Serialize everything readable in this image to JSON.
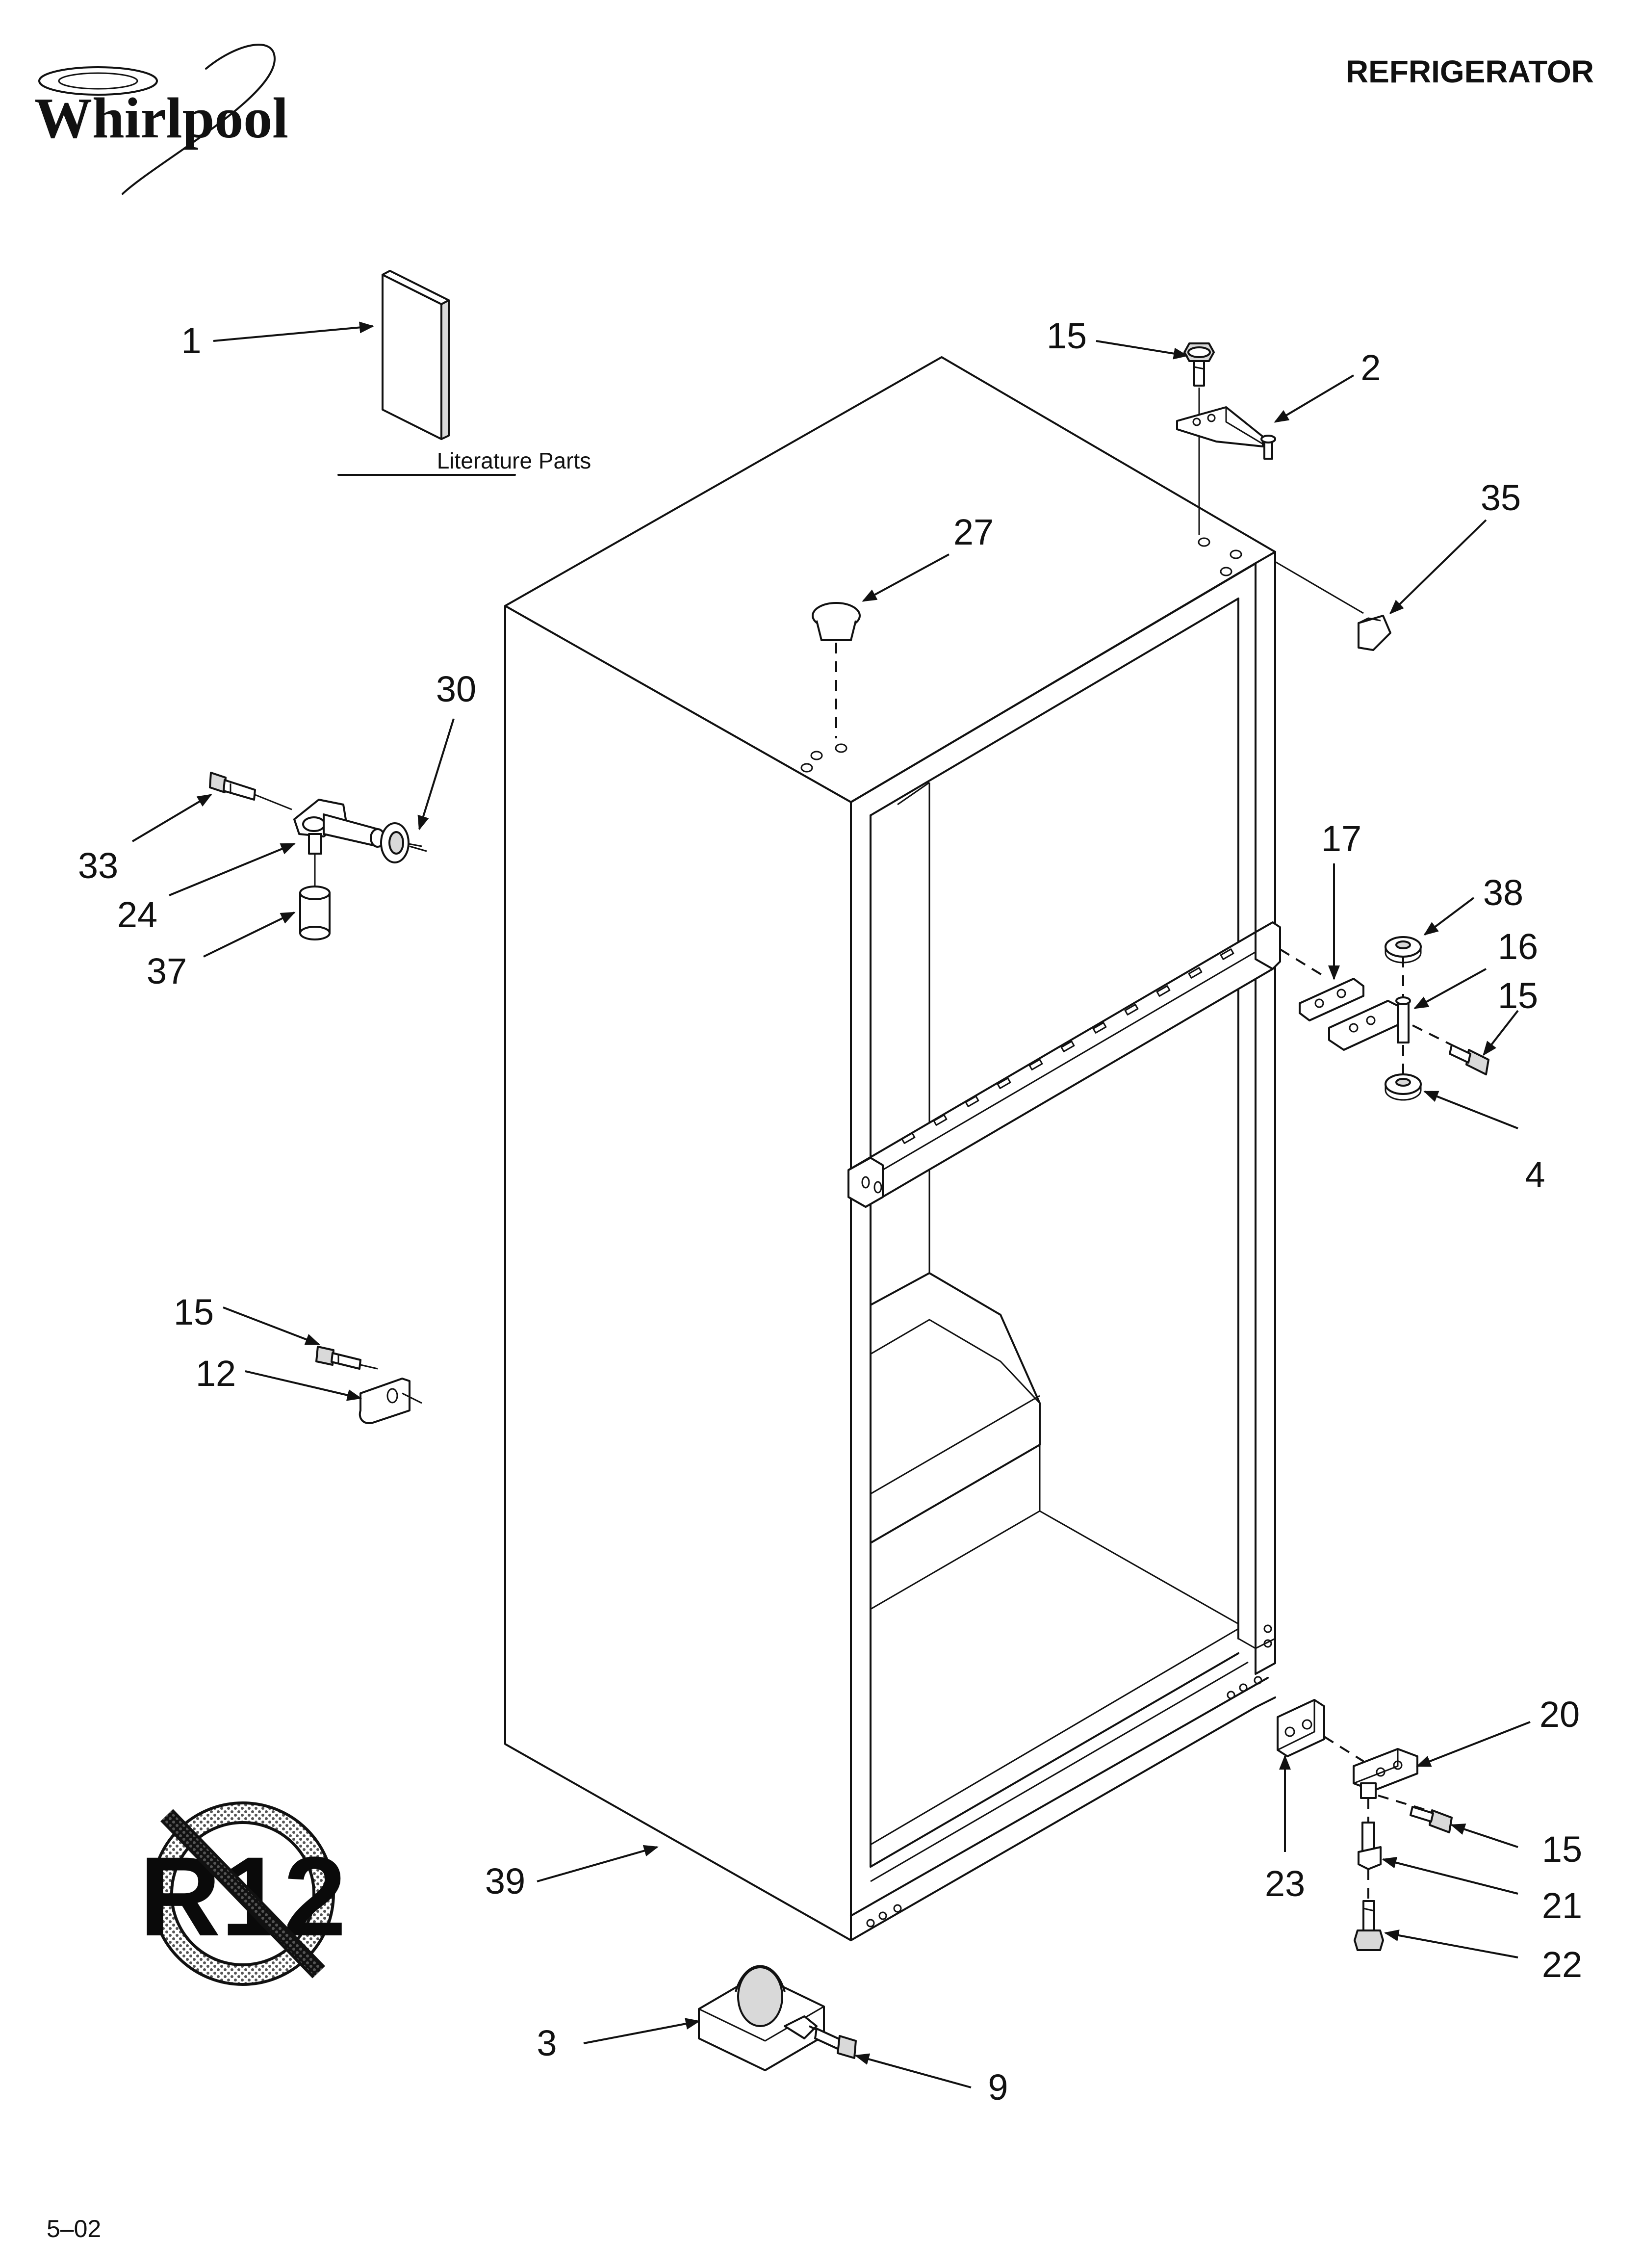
{
  "header": {
    "brand": "Whirlpool",
    "title": "REFRIGERATOR"
  },
  "literature": {
    "label": "Literature Parts"
  },
  "badge": {
    "text": "R12"
  },
  "footer": {
    "date_code": "5–02"
  },
  "callouts": {
    "c1": "1",
    "c2": "2",
    "c3": "3",
    "c4": "4",
    "c9": "9",
    "c12": "12",
    "c15a": "15",
    "c15b": "15",
    "c15c": "15",
    "c15d": "15",
    "c16": "16",
    "c17": "17",
    "c20": "20",
    "c21": "21",
    "c22": "22",
    "c23": "23",
    "c24": "24",
    "c27": "27",
    "c30": "30",
    "c33": "33",
    "c35": "35",
    "c37": "37",
    "c38": "38",
    "c39": "39"
  }
}
